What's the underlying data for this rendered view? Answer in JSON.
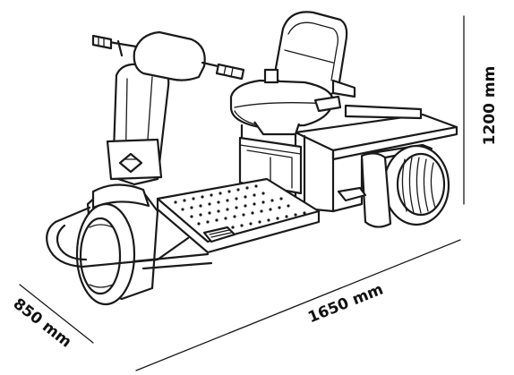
{
  "dimensions": {
    "height": "1200 mm",
    "length": "1650 mm",
    "width": "850 mm"
  },
  "colors": {
    "line": "#1a1a1a",
    "background": "#ffffff"
  }
}
